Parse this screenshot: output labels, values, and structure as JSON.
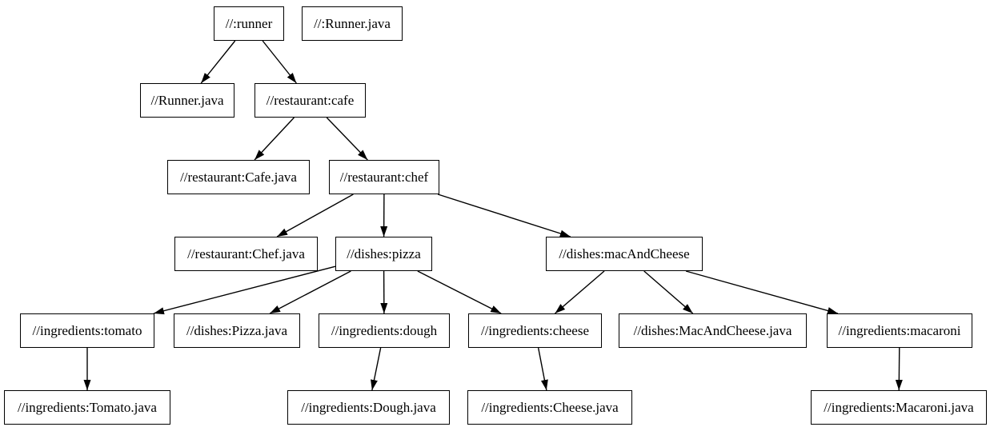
{
  "graph": {
    "background_color": "#ffffff",
    "node_fill_color": "#ffffff",
    "node_border_color": "#000000",
    "edge_color": "#000000",
    "text_color": "#000000",
    "nodes": [
      {
        "id": "runner",
        "label": "//:runner"
      },
      {
        "id": "runner-java-root",
        "label": "//:Runner.java"
      },
      {
        "id": "runner-java",
        "label": "//Runner.java"
      },
      {
        "id": "cafe",
        "label": "//restaurant:cafe"
      },
      {
        "id": "cafe-java",
        "label": "//restaurant:Cafe.java"
      },
      {
        "id": "chef",
        "label": "//restaurant:chef"
      },
      {
        "id": "chef-java",
        "label": "//restaurant:Chef.java"
      },
      {
        "id": "pizza",
        "label": "//dishes:pizza"
      },
      {
        "id": "mac-and-cheese",
        "label": "//dishes:macAndCheese"
      },
      {
        "id": "tomato",
        "label": "//ingredients:tomato"
      },
      {
        "id": "pizza-java",
        "label": "//dishes:Pizza.java"
      },
      {
        "id": "dough",
        "label": "//ingredients:dough"
      },
      {
        "id": "cheese",
        "label": "//ingredients:cheese"
      },
      {
        "id": "mac-and-cheese-java",
        "label": "//dishes:MacAndCheese.java"
      },
      {
        "id": "macaroni",
        "label": "//ingredients:macaroni"
      },
      {
        "id": "tomato-java",
        "label": "//ingredients:Tomato.java"
      },
      {
        "id": "dough-java",
        "label": "//ingredients:Dough.java"
      },
      {
        "id": "cheese-java",
        "label": "//ingredients:Cheese.java"
      },
      {
        "id": "macaroni-java",
        "label": "//ingredients:Macaroni.java"
      }
    ],
    "edges": [
      {
        "from": "runner",
        "to": "runner-java"
      },
      {
        "from": "runner",
        "to": "cafe"
      },
      {
        "from": "cafe",
        "to": "cafe-java"
      },
      {
        "from": "cafe",
        "to": "chef"
      },
      {
        "from": "chef",
        "to": "chef-java"
      },
      {
        "from": "chef",
        "to": "pizza"
      },
      {
        "from": "chef",
        "to": "mac-and-cheese"
      },
      {
        "from": "pizza",
        "to": "tomato"
      },
      {
        "from": "pizza",
        "to": "pizza-java"
      },
      {
        "from": "pizza",
        "to": "dough"
      },
      {
        "from": "pizza",
        "to": "cheese"
      },
      {
        "from": "mac-and-cheese",
        "to": "cheese"
      },
      {
        "from": "mac-and-cheese",
        "to": "mac-and-cheese-java"
      },
      {
        "from": "mac-and-cheese",
        "to": "macaroni"
      },
      {
        "from": "tomato",
        "to": "tomato-java"
      },
      {
        "from": "dough",
        "to": "dough-java"
      },
      {
        "from": "cheese",
        "to": "cheese-java"
      },
      {
        "from": "macaroni",
        "to": "macaroni-java"
      }
    ]
  }
}
